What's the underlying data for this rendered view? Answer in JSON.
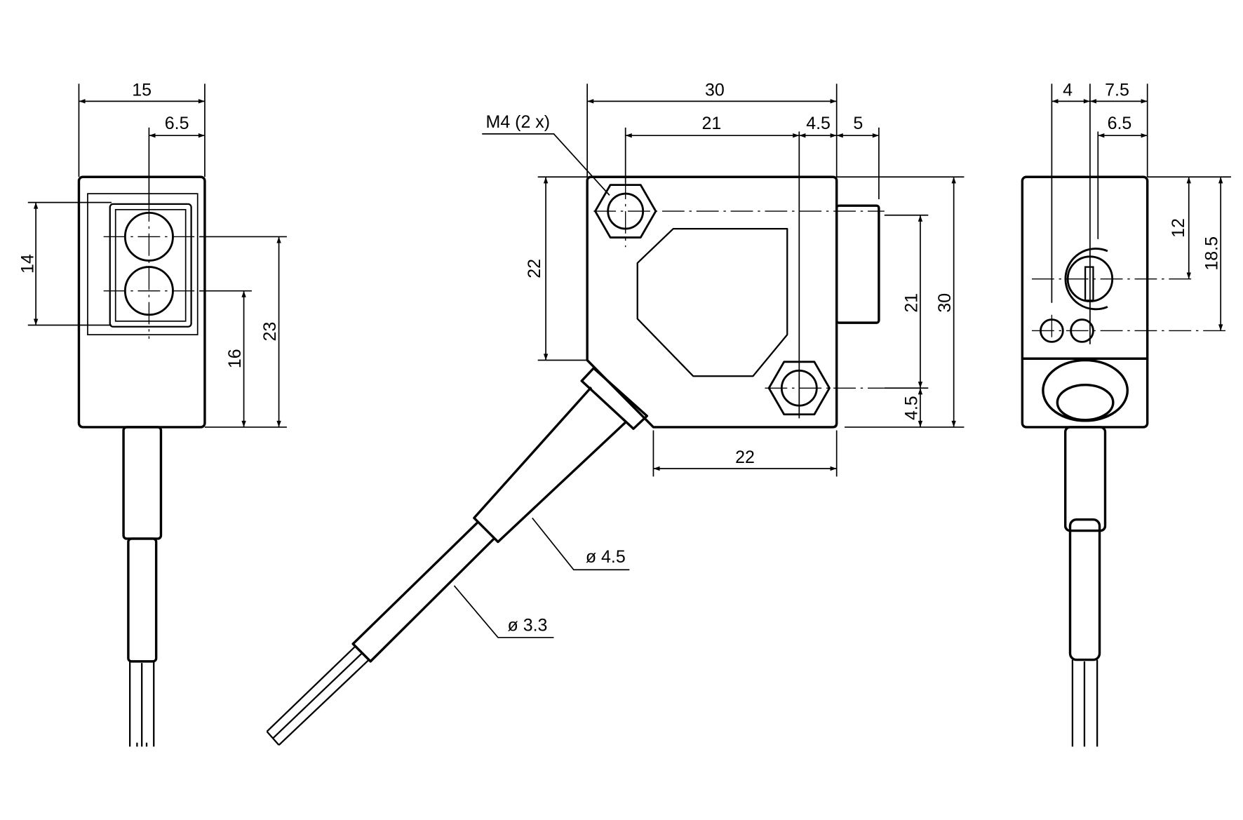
{
  "drawing": {
    "left_view": {
      "dim_width": "15",
      "dim_offset": "6.5",
      "dim_window": "14",
      "dim_height_total": "23",
      "dim_height_lower": "16"
    },
    "front_view": {
      "thread_note": "M4 (2 x)",
      "dim_width": "30",
      "dim_holes": "21",
      "dim_hole_offset": "4.5",
      "dim_connector": "5",
      "dim_left_height": "22",
      "dim_hole_vertical": "21",
      "dim_height": "30",
      "dim_bottom_offset": "4.5",
      "dim_bottom_width": "22",
      "cable_outer": "ø 4.5",
      "cable_inner": "ø 3.3"
    },
    "right_view": {
      "dim_a": "4",
      "dim_b": "7.5",
      "dim_c": "6.5",
      "dim_v1": "12",
      "dim_v2": "18.5"
    }
  }
}
